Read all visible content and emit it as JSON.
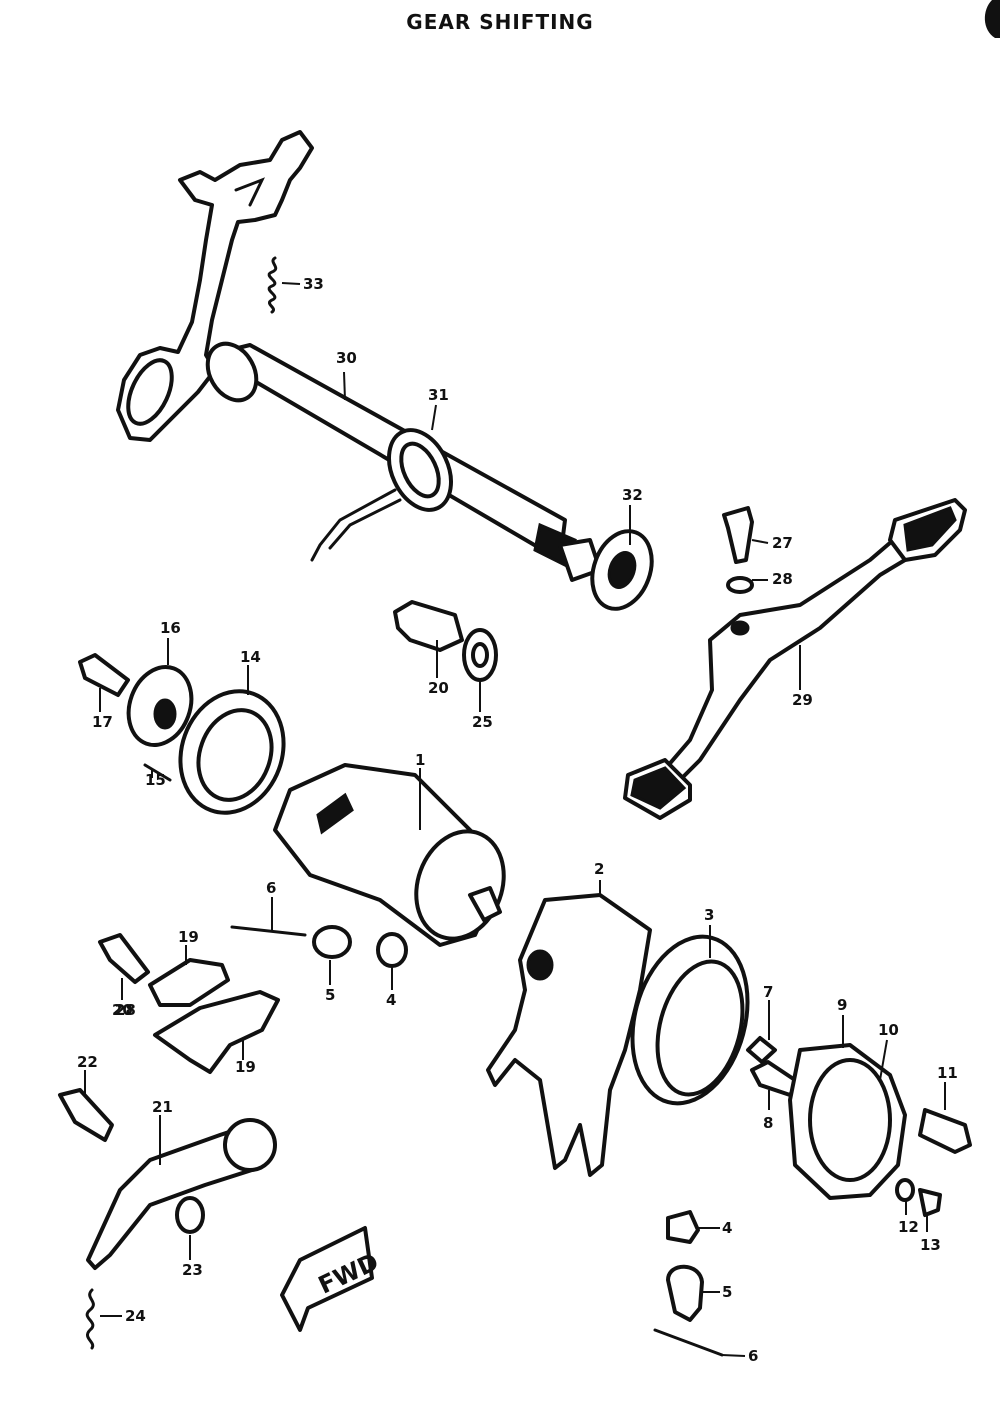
{
  "title": "GEAR SHIFTING",
  "fwd_text": "FWD",
  "callouts": [
    {
      "id": "c33",
      "text": "33"
    },
    {
      "id": "c30",
      "text": "30"
    },
    {
      "id": "c31",
      "text": "31"
    },
    {
      "id": "c32",
      "text": "32"
    },
    {
      "id": "c27",
      "text": "27"
    },
    {
      "id": "c28a",
      "text": "28"
    },
    {
      "id": "c29",
      "text": "29"
    },
    {
      "id": "c28b",
      "text": "28"
    },
    {
      "id": "c20",
      "text": "20"
    },
    {
      "id": "c25",
      "text": "25"
    },
    {
      "id": "c16",
      "text": "16"
    },
    {
      "id": "c14",
      "text": "14"
    },
    {
      "id": "c17",
      "text": "17"
    },
    {
      "id": "c15",
      "text": "15"
    },
    {
      "id": "c1",
      "text": "1"
    },
    {
      "id": "c2",
      "text": "2"
    },
    {
      "id": "c3",
      "text": "3"
    },
    {
      "id": "c6a",
      "text": "6"
    },
    {
      "id": "c5a",
      "text": "5"
    },
    {
      "id": "c4a",
      "text": "4"
    },
    {
      "id": "c19a",
      "text": "19"
    },
    {
      "id": "c20b",
      "text": "20"
    },
    {
      "id": "c19b",
      "text": "19"
    },
    {
      "id": "c7",
      "text": "7"
    },
    {
      "id": "c8",
      "text": "8"
    },
    {
      "id": "c9",
      "text": "9"
    },
    {
      "id": "c10",
      "text": "10"
    },
    {
      "id": "c11",
      "text": "11"
    },
    {
      "id": "c12",
      "text": "12"
    },
    {
      "id": "c13",
      "text": "13"
    },
    {
      "id": "c22",
      "text": "22"
    },
    {
      "id": "c21",
      "text": "21"
    },
    {
      "id": "c23",
      "text": "23"
    },
    {
      "id": "c24",
      "text": "24"
    },
    {
      "id": "c4b",
      "text": "4"
    },
    {
      "id": "c5b",
      "text": "5"
    },
    {
      "id": "c6b",
      "text": "6"
    }
  ]
}
